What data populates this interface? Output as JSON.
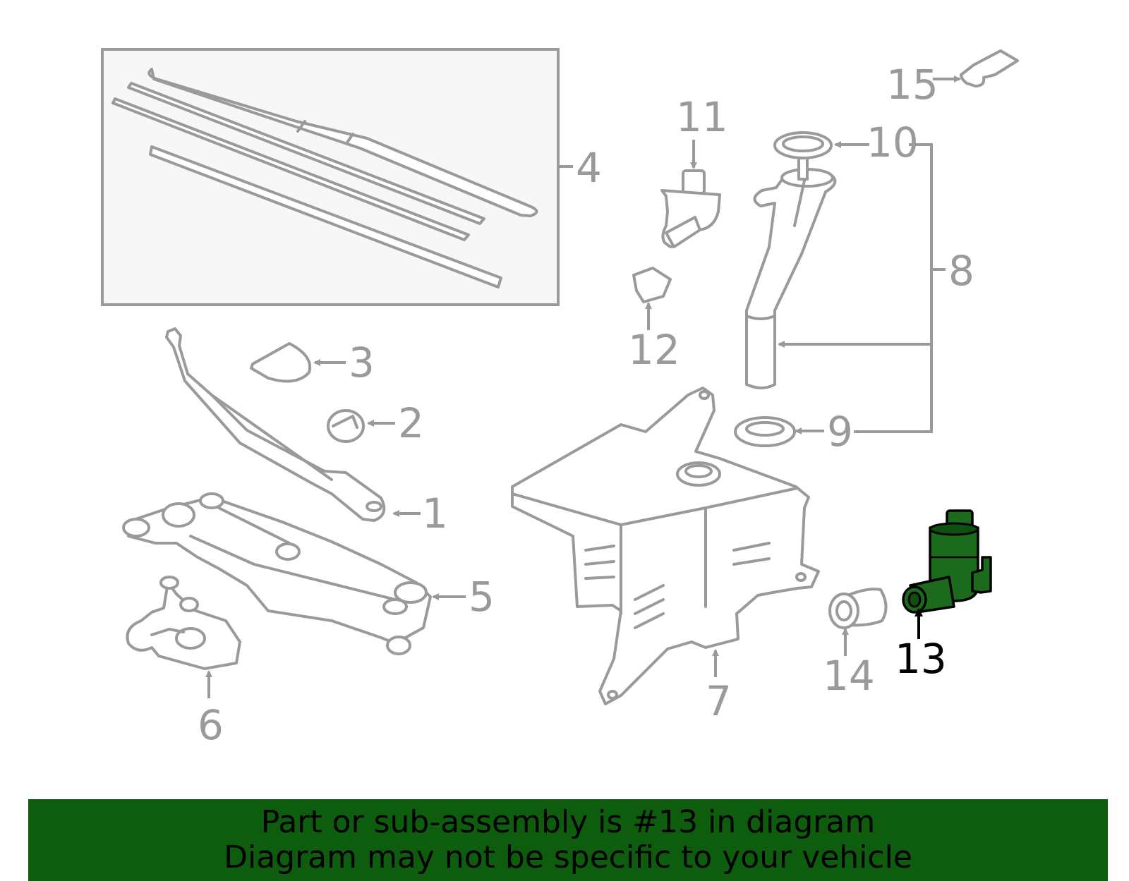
{
  "diagram": {
    "labels": {
      "p1": "1",
      "p2": "2",
      "p3": "3",
      "p4": "4",
      "p5": "5",
      "p6": "6",
      "p7": "7",
      "p8": "8",
      "p9": "9",
      "p10": "10",
      "p11": "11",
      "p12": "12",
      "p13": "13",
      "p14": "14",
      "p15": "15"
    },
    "highlight_part": "13",
    "colors": {
      "line": "#9a9a9a",
      "highlight": "#1c6b1c",
      "banner": "#0e5c0e"
    }
  },
  "banner": {
    "line1": "Part or sub-assembly is #13 in diagram",
    "line2": "Diagram may not be specific to your vehicle"
  }
}
